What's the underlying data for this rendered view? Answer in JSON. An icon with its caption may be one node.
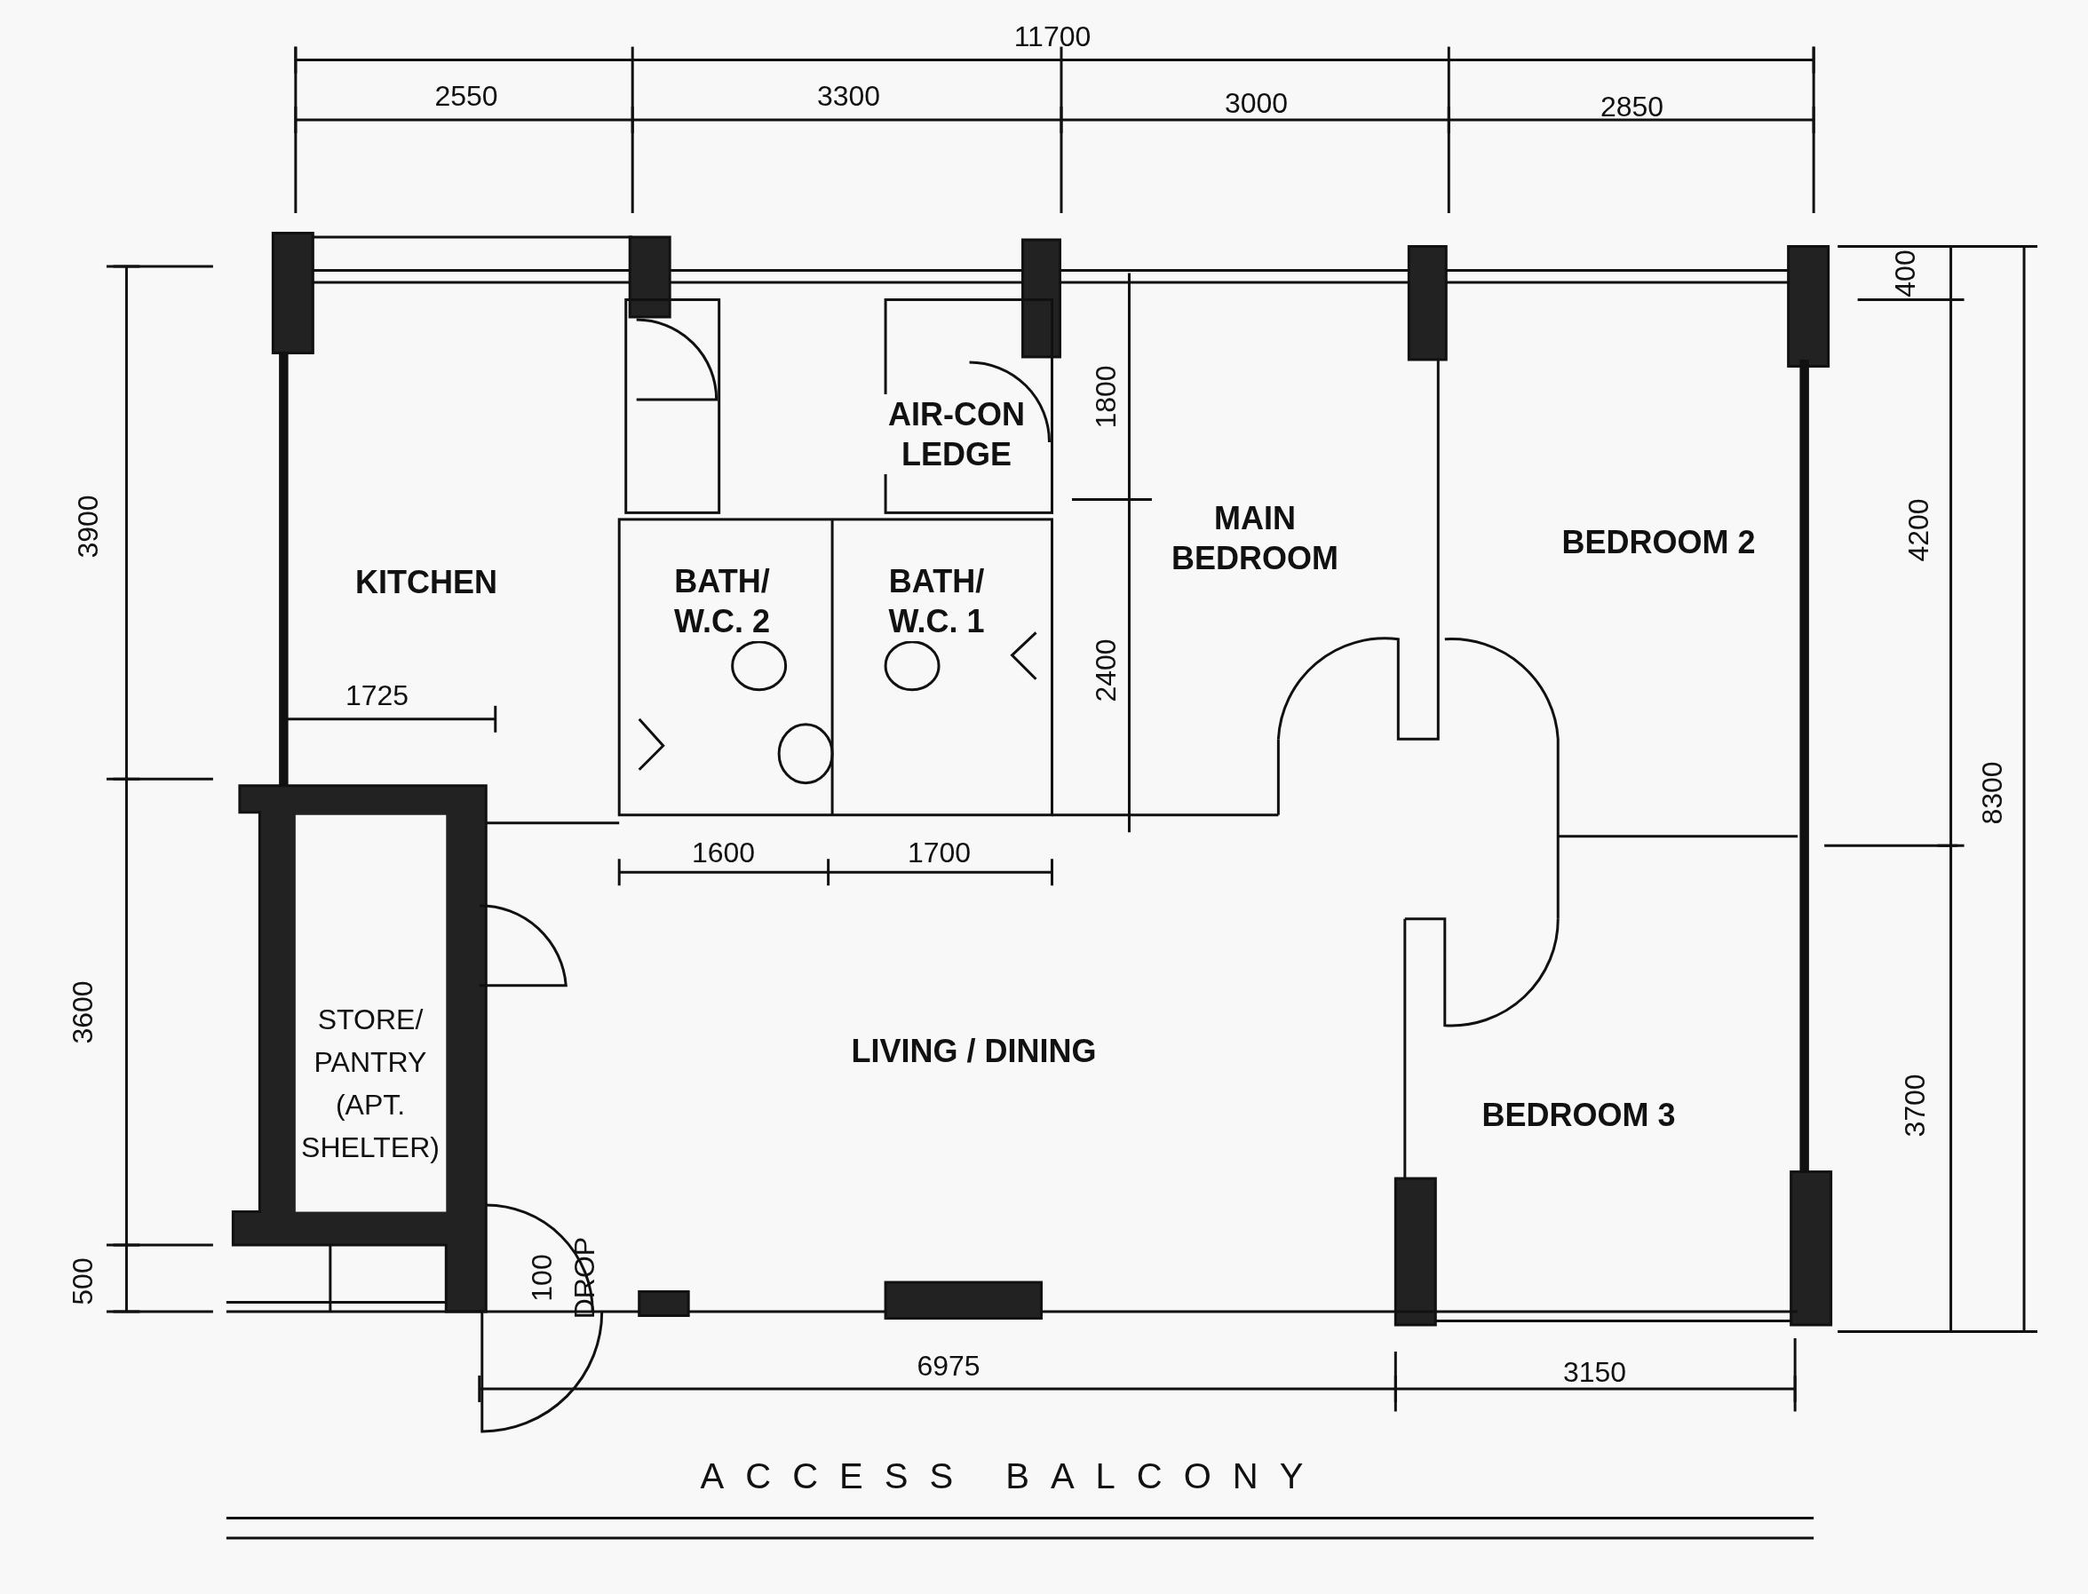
{
  "diagram": {
    "labels": [
      "11700",
      "2550",
      "3300",
      "3000",
      "2850",
      "400",
      "AIR-CON LEDGE",
      "1800",
      "3900",
      "MAIN BEDROOM",
      "BEDROOM 2",
      "KITCHEN",
      "BATH/ W.C. 2",
      "BATH/ W.C. 1",
      "4200",
      "8300",
      "1725",
      "2400",
      "1600",
      "1700",
      "3600",
      "STORE/ PANTRY (APT. SHELTER)",
      "LIVING / DINING",
      "3700",
      "BEDROOM 3",
      "100 DROP",
      "500",
      "6975",
      "3150",
      "ACCESS BALCONY"
    ]
  }
}
